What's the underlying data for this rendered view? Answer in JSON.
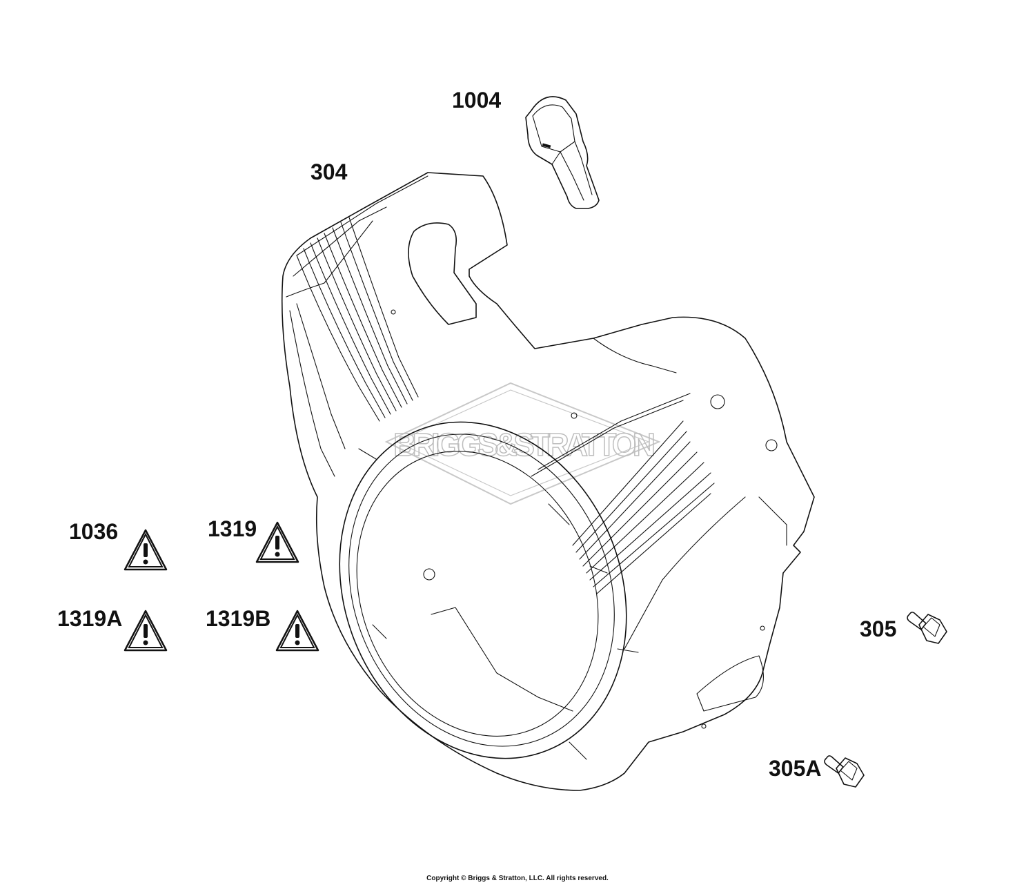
{
  "callouts": {
    "p1004": "1004",
    "p304": "304",
    "p1036": "1036",
    "p1319": "1319",
    "p1319A": "1319A",
    "p1319B": "1319B",
    "p305": "305",
    "p305A": "305A"
  },
  "watermark": "BRIGGS&STRATTON",
  "copyright": "Copyright © Briggs & Stratton, LLC. All rights reserved.",
  "colors": {
    "line": "#111111",
    "watermark": "#bdbdbd",
    "background": "#ffffff"
  },
  "icons": {
    "warning": "warning-triangle-icon"
  }
}
